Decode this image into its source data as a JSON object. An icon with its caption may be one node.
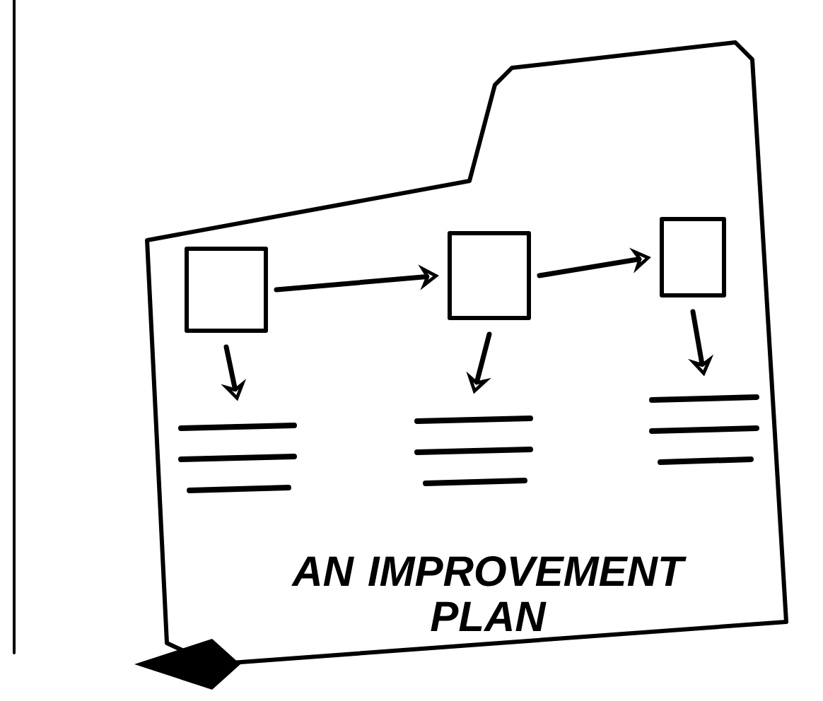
{
  "diagram": {
    "nodes": [
      {
        "text": [
          "AN IMPROVEMENT PLAN"
        ]
      },
      {
        "text": [],
        "shape": "box",
        "in": 0
      },
      {
        "text": [],
        "shape": "box",
        "in": 0
      },
      {
        "text": [],
        "shape": "box",
        "in": 0
      },
      {
        "text": [],
        "shape": "bar",
        "in": 0
      },
      {
        "text": [],
        "shape": "bar",
        "in": 0
      },
      {
        "text": [],
        "shape": "bar",
        "in": 0
      }
    ],
    "edges": [
      {
        "from": 1,
        "to": 2,
        "arrow": "to"
      },
      {
        "from": 2,
        "to": 3,
        "arrow": "to"
      },
      {
        "from": 1,
        "to": 4,
        "arrow": "to"
      },
      {
        "from": 2,
        "to": 5,
        "arrow": "to"
      },
      {
        "from": 3,
        "to": 6,
        "arrow": "to"
      }
    ]
  }
}
